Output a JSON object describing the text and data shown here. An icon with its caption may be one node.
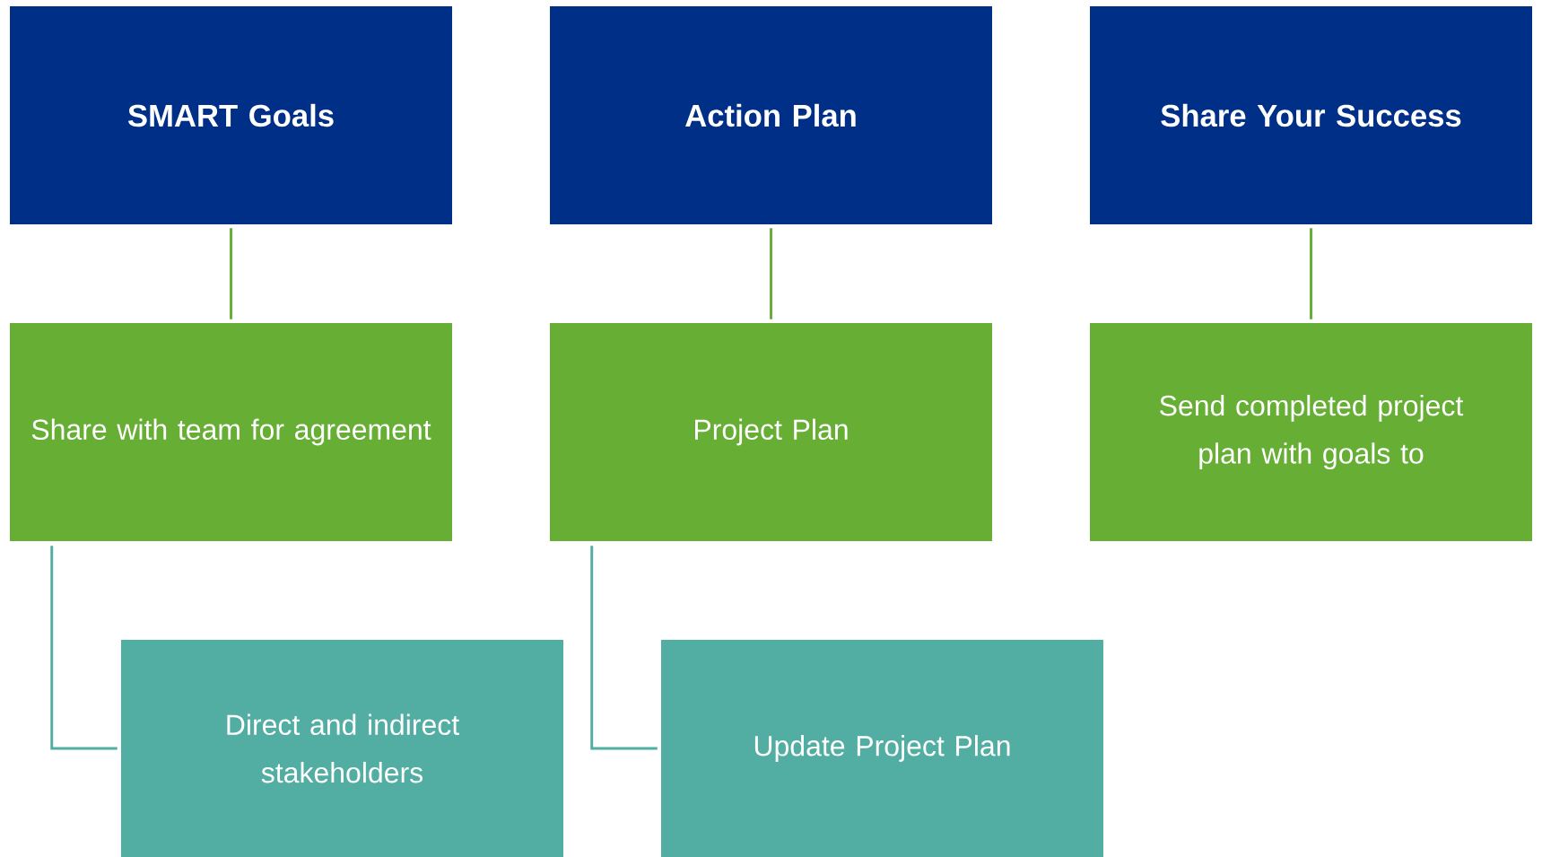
{
  "diagram": {
    "nodes": [
      {
        "text": [
          "SMART Goals"
        ]
      },
      {
        "text": [
          "Action Plan"
        ]
      },
      {
        "text": [
          "Share Your Success"
        ]
      },
      {
        "text": [
          "Share with team for agreement"
        ]
      },
      {
        "text": [
          "Project Plan"
        ]
      },
      {
        "text": [
          "Send completed project plan with goals to"
        ]
      },
      {
        "text": [
          "Direct and indirect stakeholders"
        ]
      },
      {
        "text": [
          "Update Project Plan"
        ]
      }
    ],
    "edges": [
      {
        "from": 0,
        "to": 3,
        "arrow": "none",
        "color": "#66ae34"
      },
      {
        "from": 1,
        "to": 4,
        "arrow": "none",
        "color": "#66ae34"
      },
      {
        "from": 2,
        "to": 5,
        "arrow": "none",
        "color": "#66ae34"
      },
      {
        "from": 3,
        "to": 6,
        "arrow": "none",
        "color": "#52ada2"
      },
      {
        "from": 4,
        "to": 7,
        "arrow": "none",
        "color": "#52ada2"
      }
    ]
  }
}
